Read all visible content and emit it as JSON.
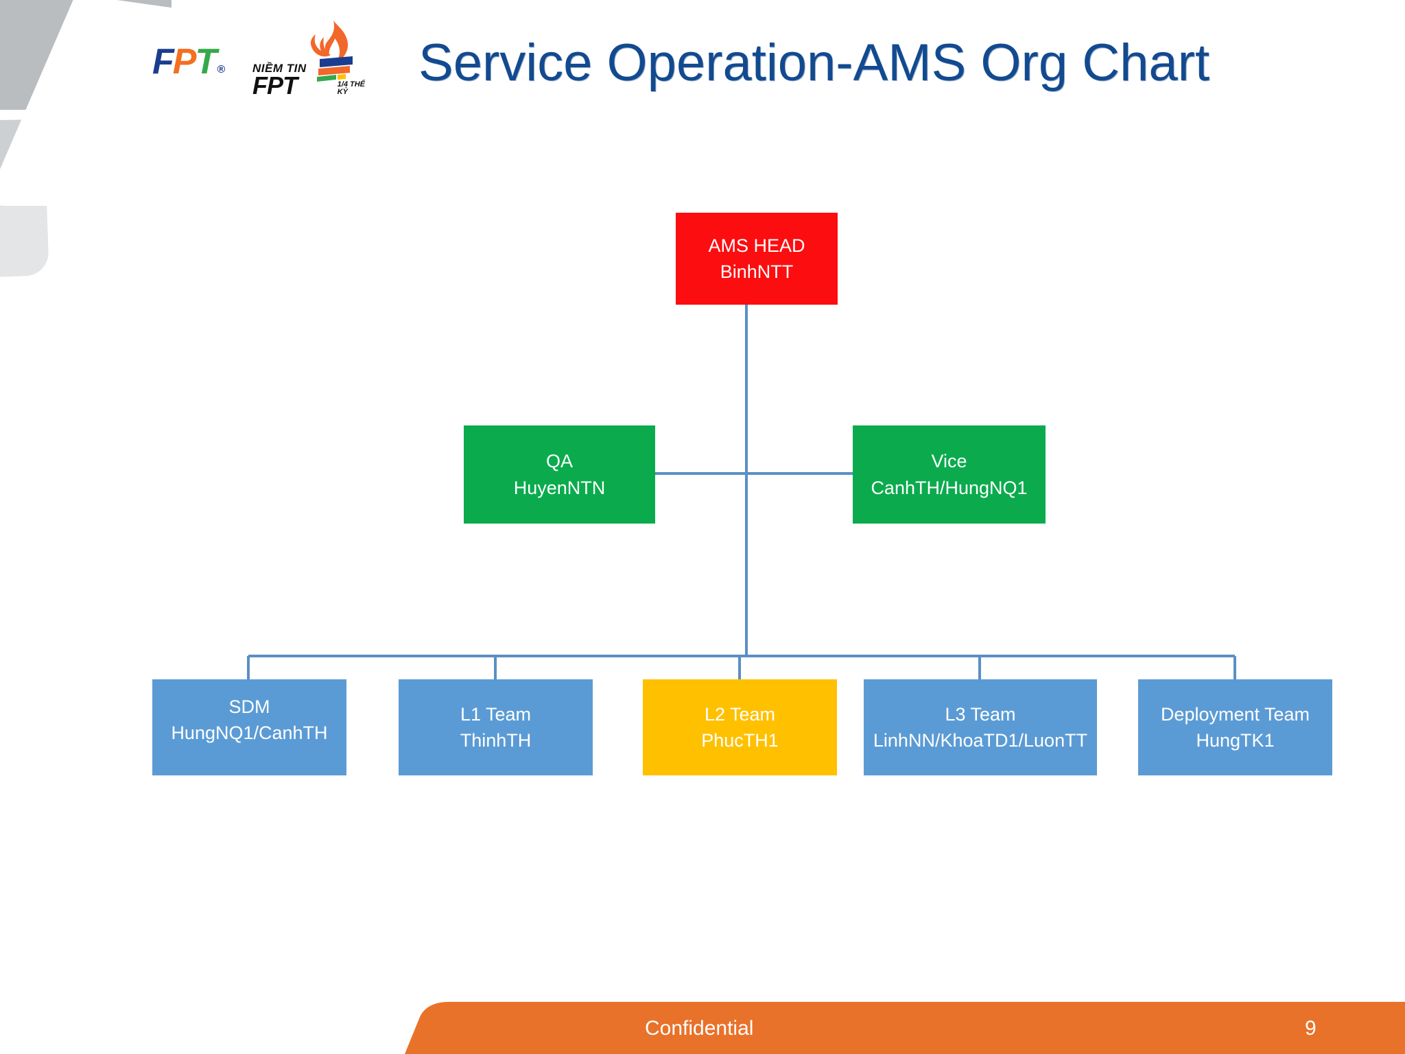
{
  "slide": {
    "title": "Service Operation-AMS Org Chart",
    "title_color": "#124a90",
    "background": "#ffffff"
  },
  "branding": {
    "fpt_logo": {
      "letters": [
        "F",
        "P",
        "T"
      ],
      "colors": [
        "#1b3d8f",
        "#f36f21",
        "#34a94b"
      ],
      "registered_mark": "®"
    },
    "niemtin_logo": {
      "line1": "NIỀM TIN",
      "line2": "FPT",
      "tagline_line1": "1/4 THẾ",
      "tagline_line2": "KỶ",
      "flame_colors": [
        "#f2682a",
        "#1b3d8f",
        "#34a94b",
        "#ffc000"
      ]
    }
  },
  "chart_data": {
    "type": "org-chart",
    "title": "Service Operation-AMS Org Chart",
    "nodes": [
      {
        "id": "ams-head",
        "role": "AMS HEAD",
        "people": "BinhNTT",
        "level": 0,
        "color": "#fc0d10",
        "text_color": "#ffffff"
      },
      {
        "id": "qa",
        "role": "QA",
        "people": "HuyenNTN",
        "level": 1,
        "color": "#0bab4d",
        "text_color": "#ffffff"
      },
      {
        "id": "vice",
        "role": "Vice",
        "people": "CanhTH/HungNQ1",
        "level": 1,
        "color": "#0bab4d",
        "text_color": "#ffffff"
      },
      {
        "id": "sdm",
        "role": "SDM",
        "people": "HungNQ1/CanhTH",
        "level": 2,
        "color": "#5b9bd5",
        "text_color": "#ffffff"
      },
      {
        "id": "l1-team",
        "role": "L1 Team",
        "people": "ThinhTH",
        "level": 2,
        "color": "#5b9bd5",
        "text_color": "#ffffff"
      },
      {
        "id": "l2-team",
        "role": "L2 Team",
        "people": "PhucTH1",
        "level": 2,
        "color": "#ffc000",
        "text_color": "#ffffff"
      },
      {
        "id": "l3-team",
        "role": "L3 Team",
        "people": "LinhNN/KhoaTD1/LuonTT",
        "level": 2,
        "color": "#5b9bd5",
        "text_color": "#ffffff"
      },
      {
        "id": "deployment-team",
        "role": "Deployment Team",
        "people": "HungTK1",
        "level": 2,
        "color": "#5b9bd5",
        "text_color": "#ffffff"
      }
    ],
    "edges": [
      {
        "from": "ams-head",
        "to": "qa"
      },
      {
        "from": "ams-head",
        "to": "vice"
      },
      {
        "from": "ams-head",
        "to": "sdm"
      },
      {
        "from": "ams-head",
        "to": "l1-team"
      },
      {
        "from": "ams-head",
        "to": "l2-team"
      },
      {
        "from": "ams-head",
        "to": "l3-team"
      },
      {
        "from": "ams-head",
        "to": "deployment-team"
      }
    ],
    "connector_color": "#5b8fc4"
  },
  "footer": {
    "confidential_label": "Confidential",
    "page_number": "9",
    "bar_color": "#e8722a",
    "text_color": "#ffffff"
  }
}
